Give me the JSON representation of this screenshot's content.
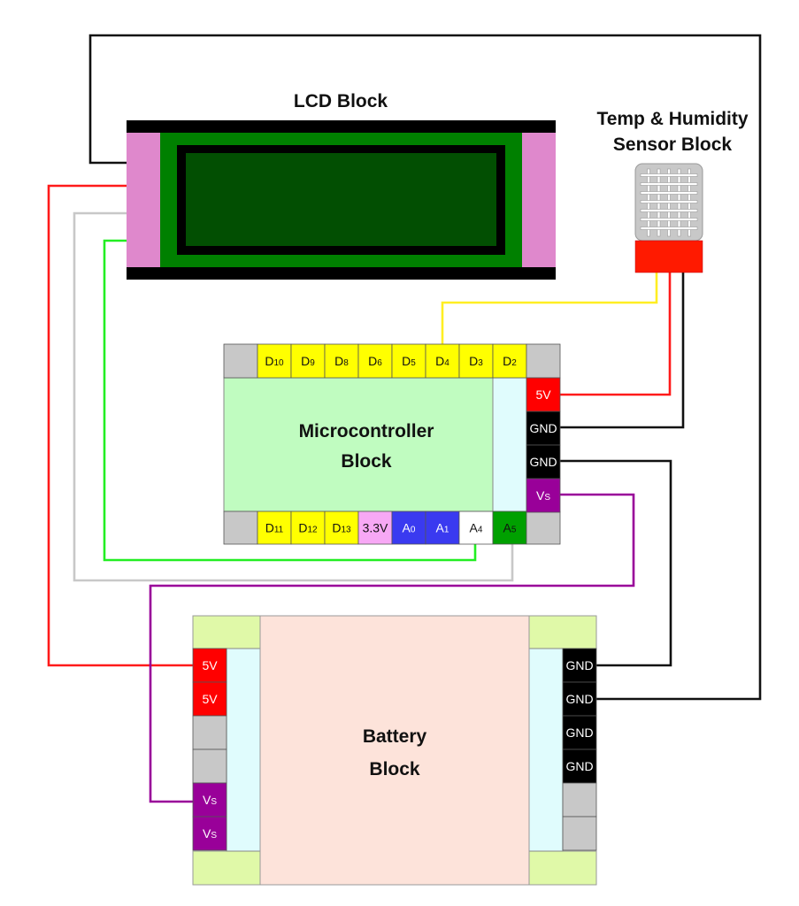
{
  "lcd": {
    "title": "LCD Block"
  },
  "sensor": {
    "title_line1": "Temp & Humidity",
    "title_line2": "Sensor Block"
  },
  "microcontroller": {
    "title_line1": "Microcontroller",
    "title_line2": "Block",
    "top_pins": [
      {
        "main": "",
        "sub": "",
        "type": "empty"
      },
      {
        "main": "D",
        "sub": "10",
        "type": "digital"
      },
      {
        "main": "D",
        "sub": "9",
        "type": "digital"
      },
      {
        "main": "D",
        "sub": "8",
        "type": "digital"
      },
      {
        "main": "D",
        "sub": "6",
        "type": "digital"
      },
      {
        "main": "D",
        "sub": "5",
        "type": "digital"
      },
      {
        "main": "D",
        "sub": "4",
        "type": "digital"
      },
      {
        "main": "D",
        "sub": "3",
        "type": "digital"
      },
      {
        "main": "D",
        "sub": "2",
        "type": "digital"
      },
      {
        "main": "",
        "sub": "",
        "type": "empty"
      }
    ],
    "bottom_pins": [
      {
        "main": "",
        "sub": "",
        "type": "empty"
      },
      {
        "main": "D",
        "sub": "11",
        "type": "digital"
      },
      {
        "main": "D",
        "sub": "12",
        "type": "digital"
      },
      {
        "main": "D",
        "sub": "13",
        "type": "digital"
      },
      {
        "main": "3.3V",
        "sub": "",
        "type": "v33"
      },
      {
        "main": "A",
        "sub": "0",
        "type": "analog"
      },
      {
        "main": "A",
        "sub": "1",
        "type": "analog"
      },
      {
        "main": "A",
        "sub": "4",
        "type": "analog_white"
      },
      {
        "main": "A",
        "sub": "5",
        "type": "analog_green"
      },
      {
        "main": "",
        "sub": "",
        "type": "empty"
      }
    ],
    "right_pins": [
      {
        "main": "5V",
        "sub": "",
        "type": "power"
      },
      {
        "main": "GND",
        "sub": "",
        "type": "ground"
      },
      {
        "main": "GND",
        "sub": "",
        "type": "ground"
      },
      {
        "main": "V",
        "sub": "S",
        "type": "vs"
      }
    ]
  },
  "battery": {
    "title_line1": "Battery",
    "title_line2": "Block",
    "left_pins": [
      {
        "main": "5V",
        "sub": "",
        "type": "power"
      },
      {
        "main": "5V",
        "sub": "",
        "type": "power"
      },
      {
        "main": "",
        "sub": "",
        "type": "empty"
      },
      {
        "main": "",
        "sub": "",
        "type": "empty"
      },
      {
        "main": "V",
        "sub": "S",
        "type": "vs"
      },
      {
        "main": "V",
        "sub": "S",
        "type": "vs"
      }
    ],
    "right_pins": [
      {
        "main": "GND",
        "sub": "",
        "type": "ground"
      },
      {
        "main": "GND",
        "sub": "",
        "type": "ground"
      },
      {
        "main": "GND",
        "sub": "",
        "type": "ground"
      },
      {
        "main": "GND",
        "sub": "",
        "type": "ground"
      },
      {
        "main": "",
        "sub": "",
        "type": "empty"
      },
      {
        "main": "",
        "sub": "",
        "type": "empty"
      }
    ]
  },
  "colors": {
    "empty": "#c8c8c8",
    "digital": "#ffff00",
    "v33": "#f7a8f5",
    "analog": "#3a3af0",
    "analog_white": "#ffffff",
    "analog_green": "#00a000",
    "power": "#ff0000",
    "ground": "#000000",
    "vs": "#990099",
    "wire_black": "#111111",
    "wire_red": "#ff1a1a",
    "wire_gray": "#c8c8c8",
    "wire_green": "#22ee22",
    "wire_yellow": "#ffee22",
    "wire_purple": "#990099"
  },
  "wires": [
    {
      "name": "wire-lcd-to-battery-gnd",
      "color": "wire_black"
    },
    {
      "name": "wire-lcd-to-battery-5v",
      "color": "wire_red"
    },
    {
      "name": "wire-lcd-to-a5",
      "color": "wire_gray"
    },
    {
      "name": "wire-lcd-to-a4",
      "color": "wire_green"
    },
    {
      "name": "wire-sensor-data-to-d4",
      "color": "wire_yellow"
    },
    {
      "name": "wire-sensor-5v",
      "color": "wire_red"
    },
    {
      "name": "wire-sensor-gnd",
      "color": "wire_black"
    },
    {
      "name": "wire-mcu-gnd-to-battery-gnd",
      "color": "wire_black"
    },
    {
      "name": "wire-mcu-vs-to-battery-vs",
      "color": "wire_purple"
    }
  ]
}
